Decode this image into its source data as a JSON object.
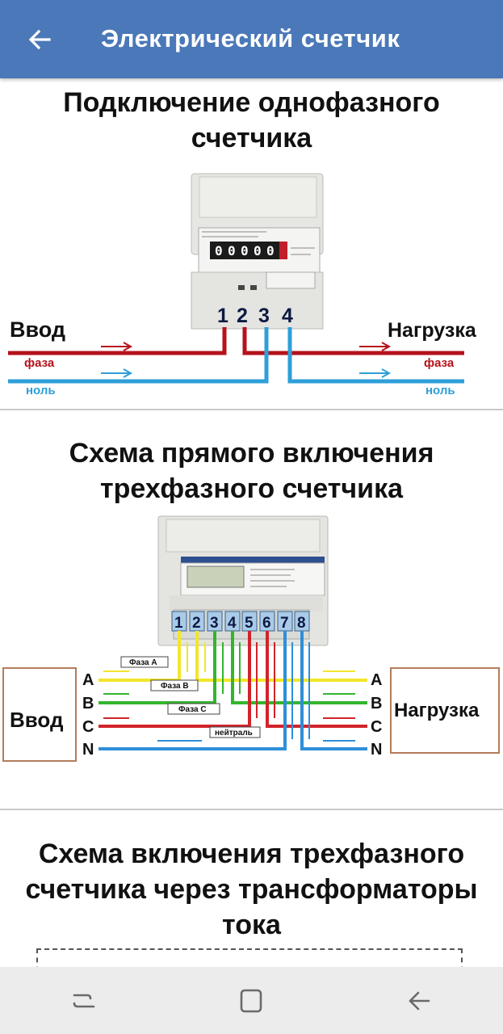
{
  "app_bar": {
    "title": "Электрический счетчик",
    "back_icon": "arrow-left-icon",
    "color": "#4a78b8"
  },
  "sections": [
    {
      "title": "Подключение однофазного счетчика",
      "diagram": {
        "left_label": "Ввод",
        "right_label": "Нагрузка",
        "phase_label": "фаза",
        "neutral_label": "ноль",
        "terminals": [
          "1",
          "2",
          "3",
          "4"
        ],
        "phase_color": "#b5121b",
        "neutral_color": "#2f9fd8"
      }
    },
    {
      "title": "Схема прямого включения трехфазного счетчика",
      "diagram": {
        "left_box": "Ввод",
        "right_box": "Нагрузка",
        "terminals": [
          "1",
          "2",
          "3",
          "4",
          "5",
          "6",
          "7",
          "8"
        ],
        "lines": [
          {
            "name": "A",
            "label": "Фаза А",
            "color": "#f2e62a"
          },
          {
            "name": "B",
            "label": "Фаза В",
            "color": "#34b52e"
          },
          {
            "name": "C",
            "label": "Фаза С",
            "color": "#d2232a"
          },
          {
            "name": "N",
            "label": "нейтраль",
            "color": "#2e8fd8"
          }
        ]
      }
    },
    {
      "title": "Схема включения трехфазного счетчика через трансформаторы тока"
    }
  ],
  "nav_bar": {
    "buttons": [
      "recent-apps-icon",
      "home-icon",
      "back-icon"
    ]
  }
}
